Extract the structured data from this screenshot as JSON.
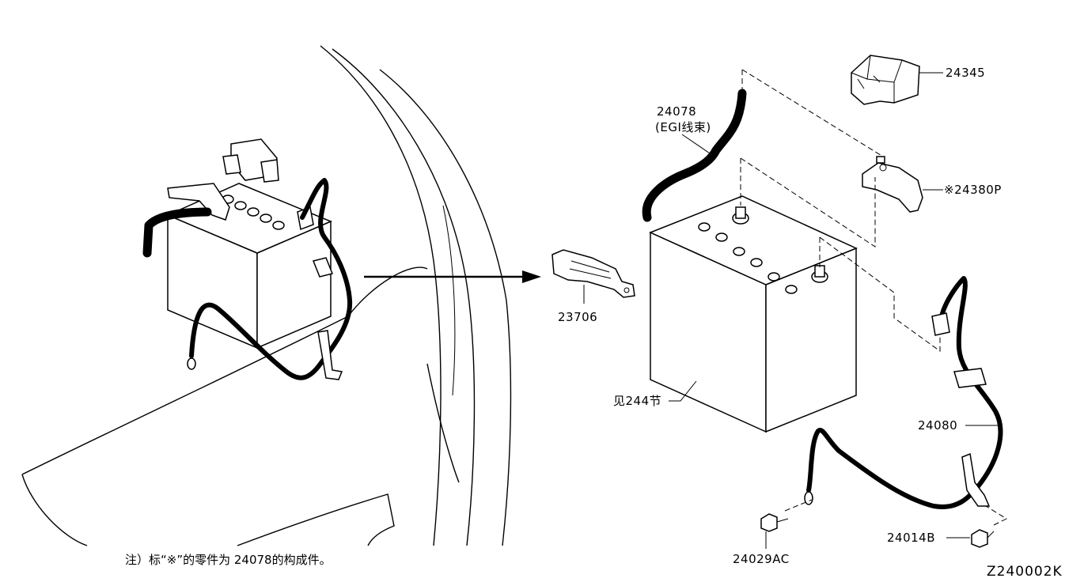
{
  "labels": {
    "part_24078": "24078",
    "part_24078_note": "(EGI线束)",
    "part_24345": "24345",
    "part_24380p": "※24380P",
    "part_23706": "23706",
    "battery_ref": "见244节",
    "part_24080": "24080",
    "part_24014b": "24014B",
    "part_24029ac": "24029AC"
  },
  "footnote": "注）标“※”的零件为 24078的构成件。",
  "diagram_code": "Z240002K"
}
